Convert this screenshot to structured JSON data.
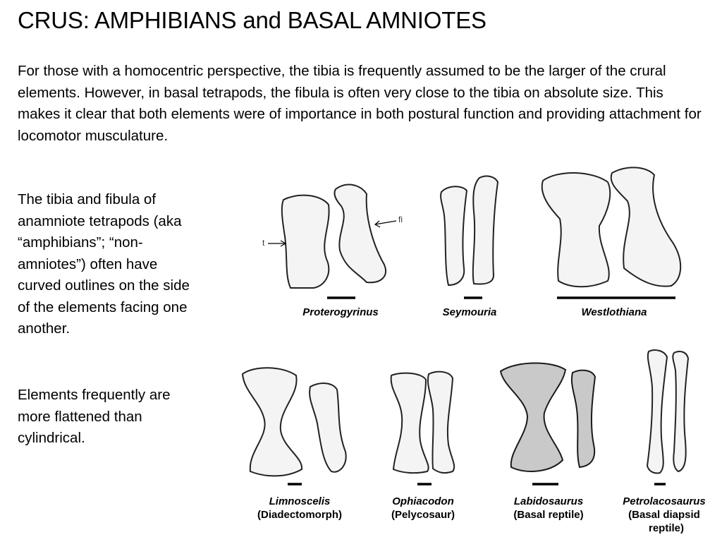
{
  "slide": {
    "title": "CRUS: AMPHIBIANS and BASAL AMNIOTES",
    "intro": "For those with a homocentric perspective, the tibia is frequently assumed to be the larger of the crural elements.  However, in basal tetrapods, the fibula is often very close to the tibia on absolute size.  This makes it clear that both elements were of importance in both postural function and providing attachment for locomotor musculature.",
    "note_1": "The tibia and fibula of anamniote tetrapods (aka “amphibians”; “non-amniotes”) often have curved outlines on the side of the elements facing one another.",
    "note_2": "Elements frequently are more flattened than cylindrical."
  },
  "figure": {
    "pointer_labels": {
      "tibia": "t",
      "fibula": "fi"
    },
    "top_row": [
      {
        "taxon": "Proterogyrinus"
      },
      {
        "taxon": "Seymouria"
      },
      {
        "taxon": "Westlothiana"
      }
    ],
    "bottom_row": [
      {
        "taxon": "Limnoscelis",
        "group": "(Diadectomorph)"
      },
      {
        "taxon": "Ophiacodon",
        "group": "(Pelycosaur)"
      },
      {
        "taxon": "Labidosaurus",
        "group": "(Basal reptile)"
      },
      {
        "taxon": "Petrolacosaurus",
        "group_line_1": "(Basal diapsid",
        "group_line_2": "reptile)"
      }
    ]
  }
}
